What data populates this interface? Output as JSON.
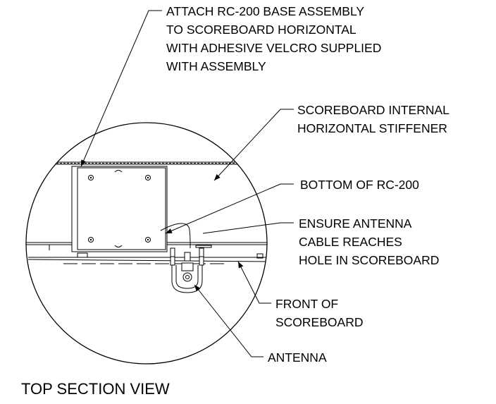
{
  "callouts": {
    "attach": [
      "ATTACH RC-200 BASE ASSEMBLY",
      "TO SCOREBOARD HORIZONTAL",
      "WITH ADHESIVE VELCRO SUPPLIED",
      "WITH ASSEMBLY"
    ],
    "stiffener": [
      "SCOREBOARD INTERNAL",
      "HORIZONTAL STIFFENER"
    ],
    "bottom": "BOTTOM OF RC-200",
    "cable": [
      "ENSURE ANTENNA",
      "CABLE REACHES",
      "HOLE IN SCOREBOARD"
    ],
    "front": [
      "FRONT OF",
      "SCOREBOARD"
    ],
    "antenna": "ANTENNA"
  },
  "view_title": "TOP SECTION VIEW"
}
